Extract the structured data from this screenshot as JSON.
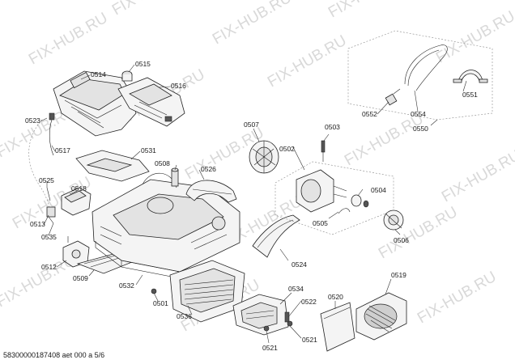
{
  "watermark": "FIX-HUB.RU",
  "footer": "58300000187408 aet 000 a 5/6",
  "labels": {
    "p0514": "0514",
    "p0515": "0515",
    "p0516": "0516",
    "p0523": "0523",
    "p0517": "0517",
    "p0531": "0531",
    "p0508": "0508",
    "p0526": "0526",
    "p0525": "0525",
    "p0518": "0518",
    "p0513": "0513",
    "p0535": "0535",
    "p0512": "0512",
    "p0509": "0509",
    "p0532": "0532",
    "p0501": "0501",
    "p0536": "0536",
    "p0507": "0507",
    "p0502": "0502",
    "p0503": "0503",
    "p0504": "0504",
    "p0505": "0505",
    "p0506": "0506",
    "p0524": "0524",
    "p0534": "0534",
    "p0522": "0522",
    "p0521a": "0521",
    "p0521b": "0521",
    "p0520": "0520",
    "p0519": "0519",
    "p0550": "0550",
    "p0551": "0551",
    "p0552": "0552",
    "p0554": "0554"
  }
}
